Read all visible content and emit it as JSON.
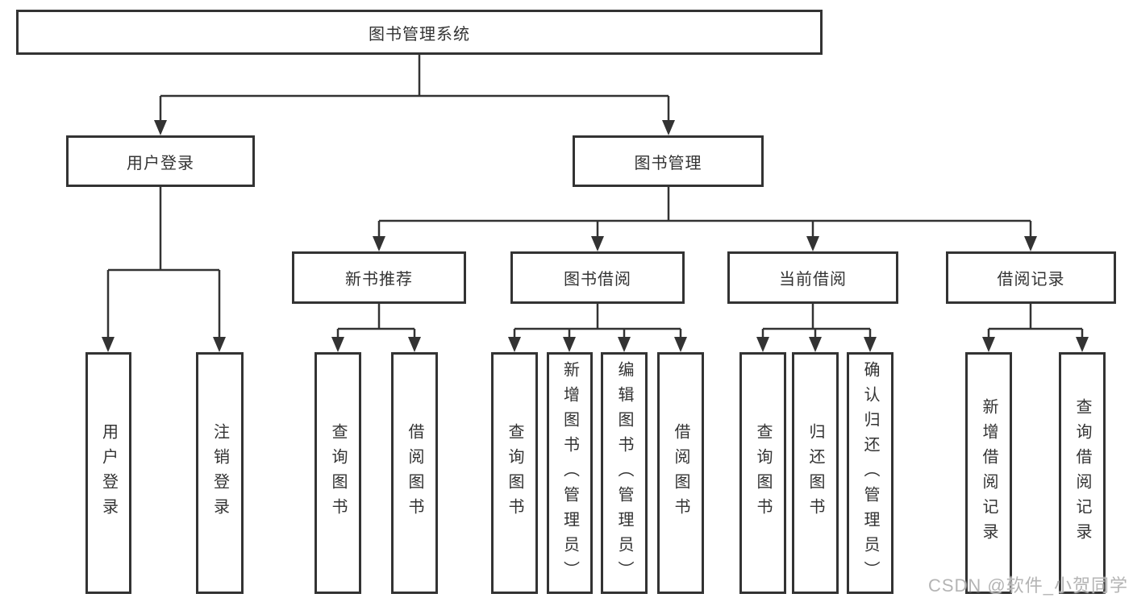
{
  "tree": {
    "label": "图书管理系统",
    "children": [
      {
        "label": "用户登录",
        "children": [
          {
            "label": "用户登录"
          },
          {
            "label": "注销登录"
          }
        ]
      },
      {
        "label": "图书管理",
        "children": [
          {
            "label": "新书推荐",
            "children": [
              {
                "label": "查询图书"
              },
              {
                "label": "借阅图书"
              }
            ]
          },
          {
            "label": "图书借阅",
            "children": [
              {
                "label": "查询图书"
              },
              {
                "label": "新增图书（管理员）"
              },
              {
                "label": "编辑图书（管理员）"
              },
              {
                "label": "借阅图书"
              }
            ]
          },
          {
            "label": "当前借阅",
            "children": [
              {
                "label": "查询图书"
              },
              {
                "label": "归还图书"
              },
              {
                "label": "确认归还（管理员）"
              }
            ]
          },
          {
            "label": "借阅记录",
            "children": [
              {
                "label": "新增借阅记录"
              },
              {
                "label": "查询借阅记录"
              }
            ]
          }
        ]
      }
    ]
  },
  "watermark": {
    "text": "CSDN @软件_小贺同学"
  },
  "colors": {
    "line": "#333333",
    "text": "#333333",
    "box_fill": "#ffffff",
    "watermark": "#b4b4b4",
    "background": "#ffffff"
  }
}
